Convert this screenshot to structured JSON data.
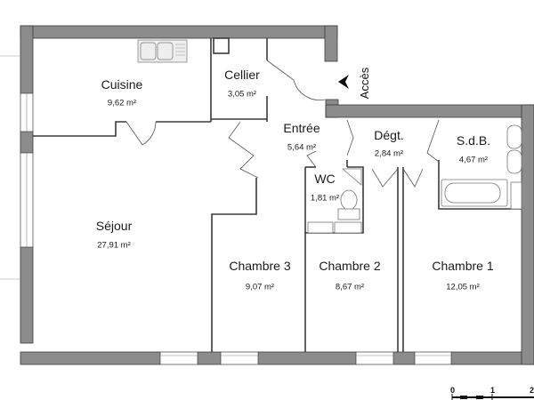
{
  "plan": {
    "wall_color": "#8c8c8c",
    "line_color": "#3a3a3a",
    "entrance_label": "Accès",
    "rooms": [
      {
        "name": "Cuisine",
        "area": "9,62 m²"
      },
      {
        "name": "Cellier",
        "area": "3,05 m²"
      },
      {
        "name": "Entrée",
        "area": "5,64 m²"
      },
      {
        "name": "Dégt.",
        "area": "2,84 m²"
      },
      {
        "name": "S.d.B.",
        "area": "4,67 m²"
      },
      {
        "name": "WC",
        "area": "1,81 m²"
      },
      {
        "name": "Séjour",
        "area": "27,91 m²"
      },
      {
        "name": "Chambre 3",
        "area": "9,07 m²"
      },
      {
        "name": "Chambre 2",
        "area": "8,67 m²"
      },
      {
        "name": "Chambre 1",
        "area": "12,05 m²"
      }
    ],
    "scale": {
      "ticks": [
        "0",
        "1",
        "2"
      ]
    }
  }
}
